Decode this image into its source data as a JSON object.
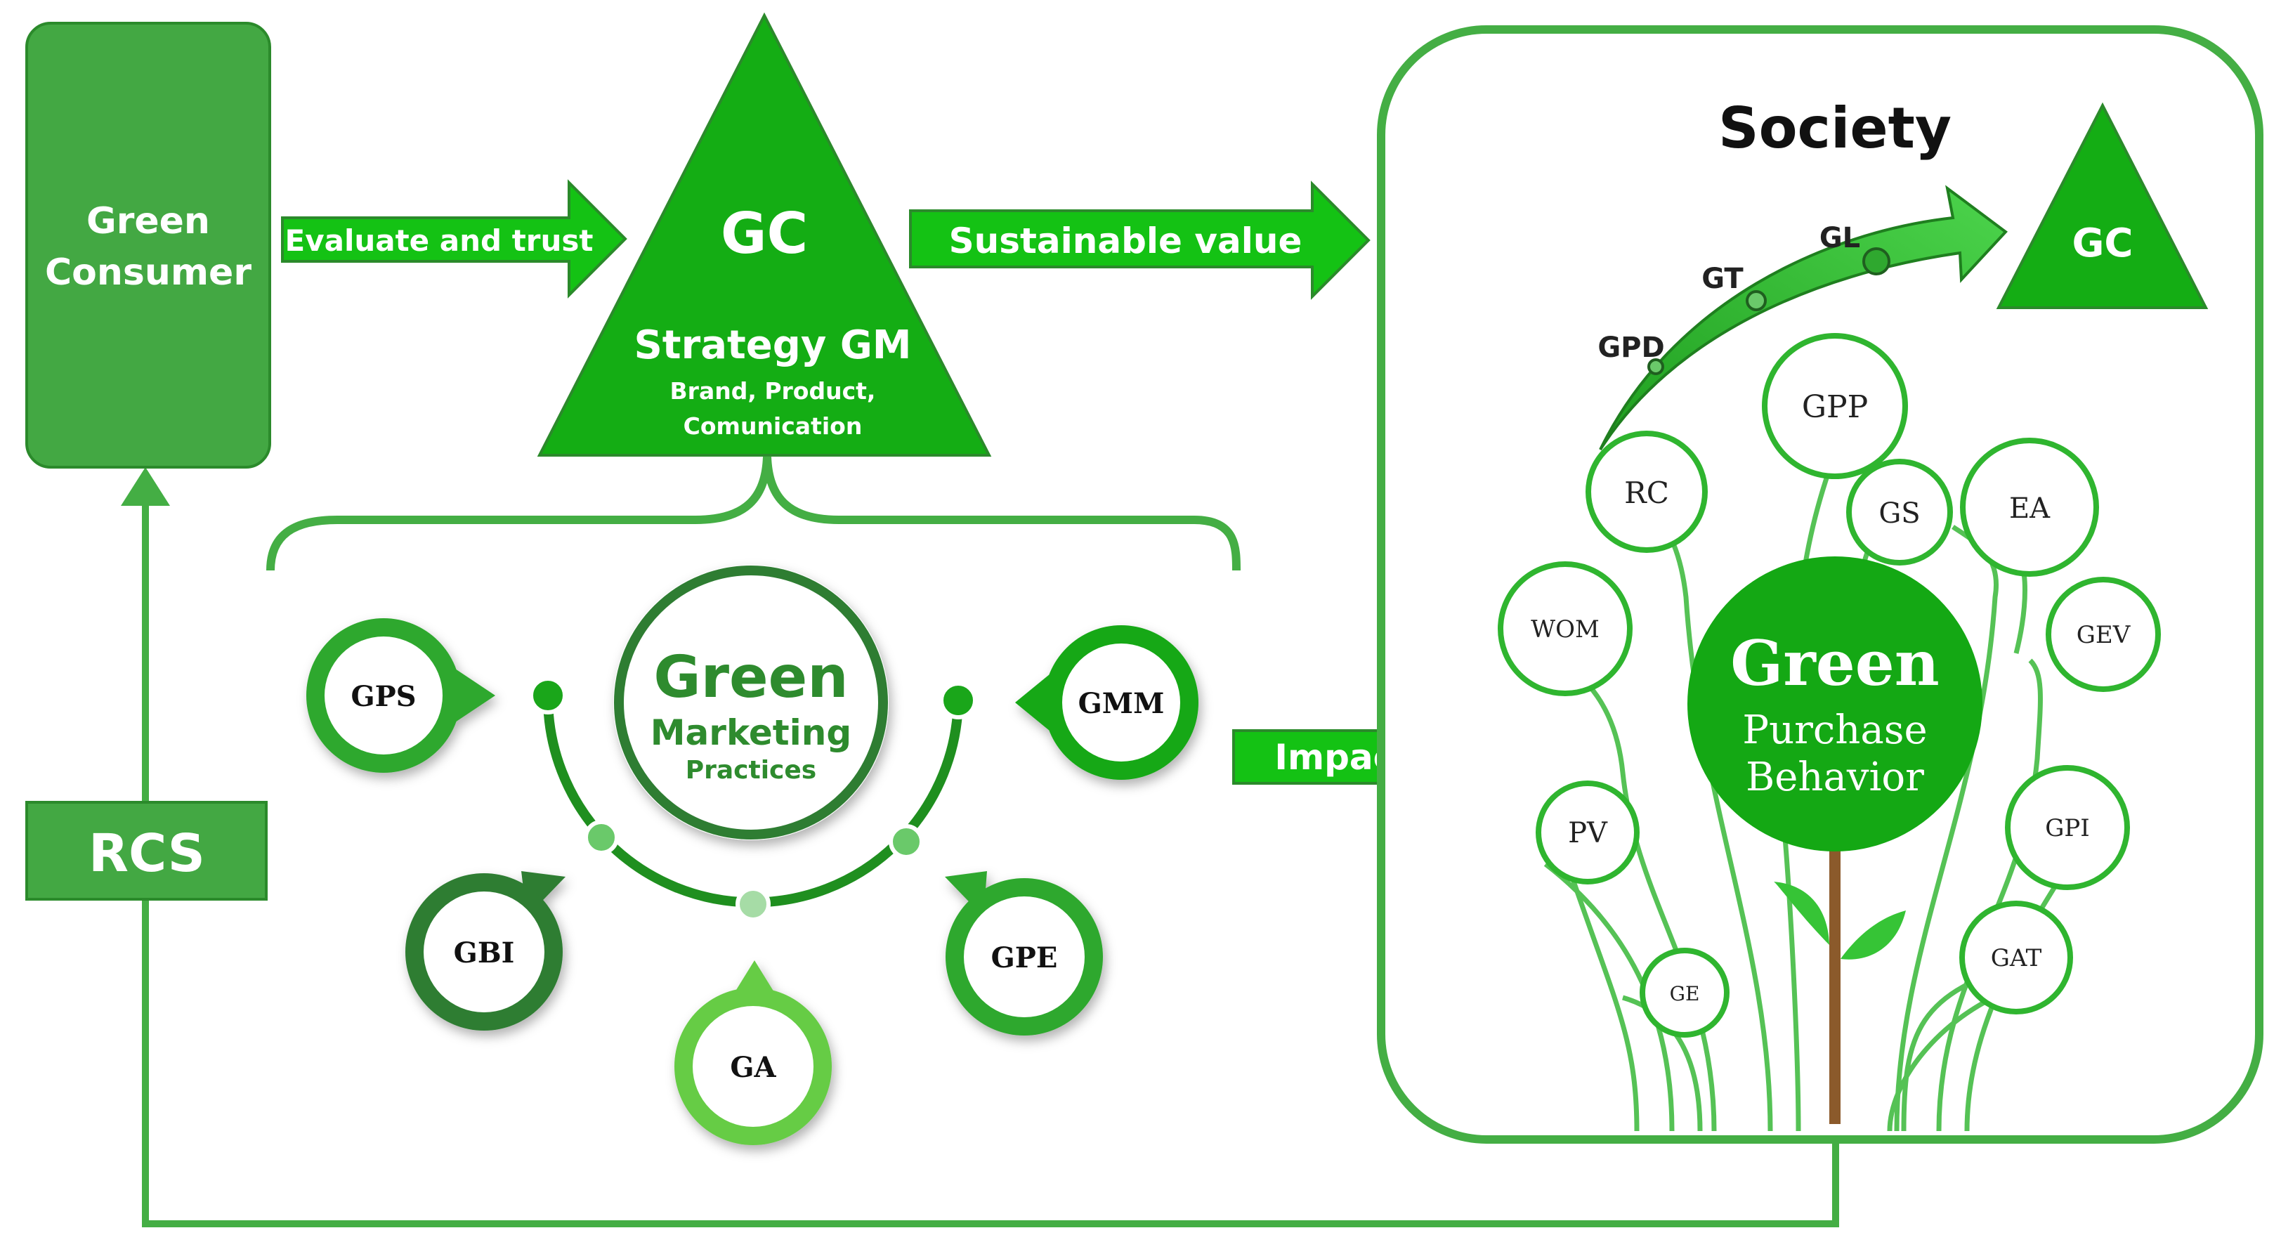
{
  "colors": {
    "primary_green": "#2fa82f",
    "bright_green": "#19b319",
    "dark_green": "#2e7d32",
    "light_green": "#66cc44",
    "trunk_brown": "#8b5a2b",
    "white": "#ffffff"
  },
  "left_panel": {
    "consumer_label_line1": "Green",
    "consumer_label_line2": "Consumer",
    "rcs_label": "RCS"
  },
  "arrows": {
    "evaluate": "Evaluate and trust",
    "sustainable": "Sustainable value",
    "impact": "Impact on"
  },
  "strategy_triangle": {
    "title": "GC",
    "subtitle": "Strategy GM",
    "detail_line1": "Brand, Product,",
    "detail_line2": "Comunication"
  },
  "practices": {
    "center_line1": "Green",
    "center_line2": "Marketing",
    "center_line3": "Practices",
    "items": [
      "GPS",
      "GMM",
      "GBI",
      "GA",
      "GPE"
    ]
  },
  "society": {
    "title": "Society",
    "gc_label": "GC",
    "curve_labels": [
      "GPD",
      "GT",
      "GL"
    ],
    "center_line1": "Green",
    "center_line2": "Purchase",
    "center_line3": "Behavior",
    "leaves": [
      "GPP",
      "RC",
      "GS",
      "EA",
      "WOM",
      "GEV",
      "PV",
      "GPI",
      "GE",
      "GAT"
    ]
  }
}
